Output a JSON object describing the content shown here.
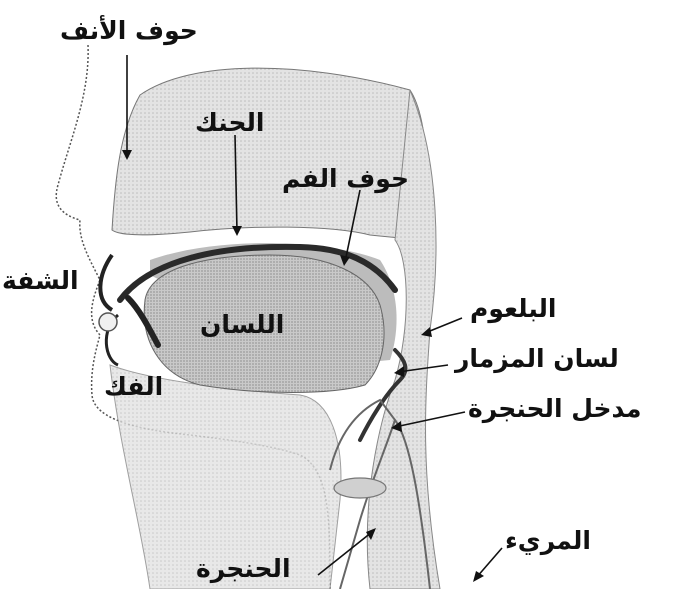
{
  "labels": {
    "nasal_cavity": "حوف الأنف",
    "palate": "الحنك",
    "oral_cavity": "حوف الفم",
    "lips": "الشفة",
    "tongue": "اللسان",
    "jaw": "الفك",
    "pharynx": "البلعوم",
    "epiglottis": "لسان المزمار",
    "laryngeal_inlet": "مدخل الحنجرة",
    "larynx": "الحنجرة",
    "esophagus": "المريء"
  },
  "colors": {
    "ink": "#111111",
    "tissue": "#d9d9d9",
    "tissue_light": "#ececec",
    "tongue": "#c4c4c4",
    "dark_band": "#333333"
  }
}
